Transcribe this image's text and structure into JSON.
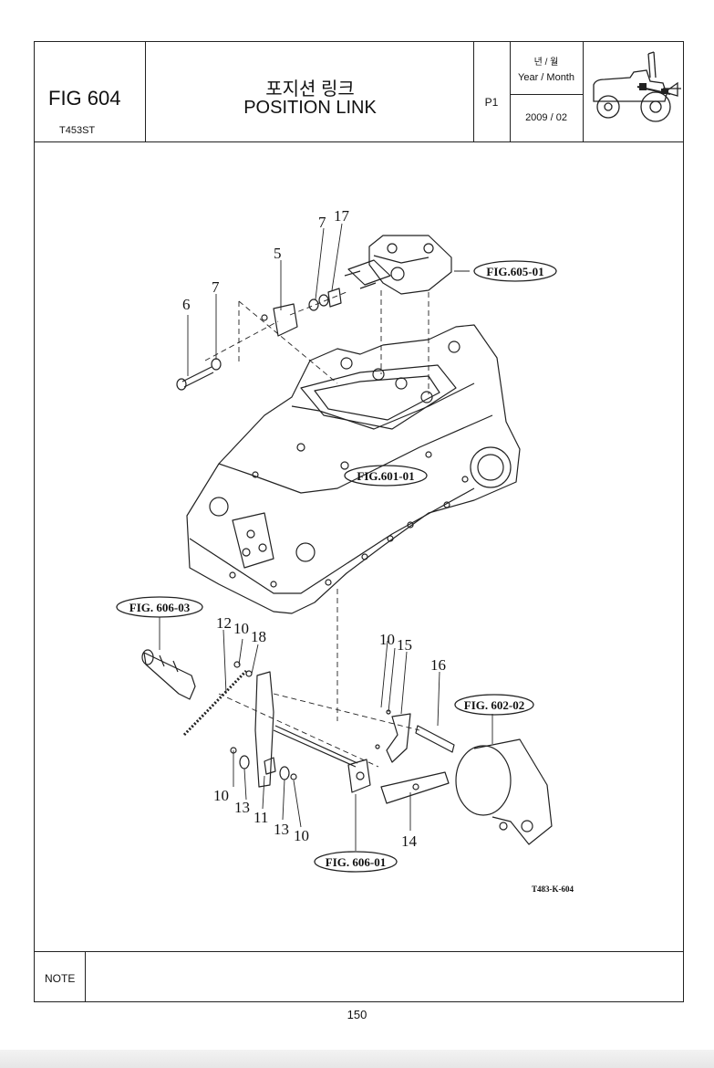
{
  "header": {
    "fig_code": "FIG 604",
    "model": "T453ST",
    "title_ko": "포지션 링크",
    "title_en": "POSITION LINK",
    "page": "P1",
    "year_month_ko": "년 / 월",
    "year_month_en": "Year / Month",
    "date": "2009 / 02"
  },
  "diagram": {
    "part_numbers": {
      "p5": "5",
      "p6": "6",
      "p7a": "7",
      "p7b": "7",
      "p17": "17",
      "p12": "12",
      "p10a": "10",
      "p18": "18",
      "p10b": "10",
      "p15": "15",
      "p16": "16",
      "p10c": "10",
      "p13a": "13",
      "p11": "11",
      "p13b": "13",
      "p10d": "10",
      "p14": "14"
    },
    "references": {
      "fig605": "FIG.605-01",
      "fig601": "FIG.601-01",
      "fig60603": "FIG. 606-03",
      "fig60202": "FIG. 602-02",
      "fig60601": "FIG. 606-01"
    },
    "drawing_code": "T483-K-604"
  },
  "note": {
    "label": "NOTE"
  },
  "footer": {
    "page_number": "150"
  }
}
